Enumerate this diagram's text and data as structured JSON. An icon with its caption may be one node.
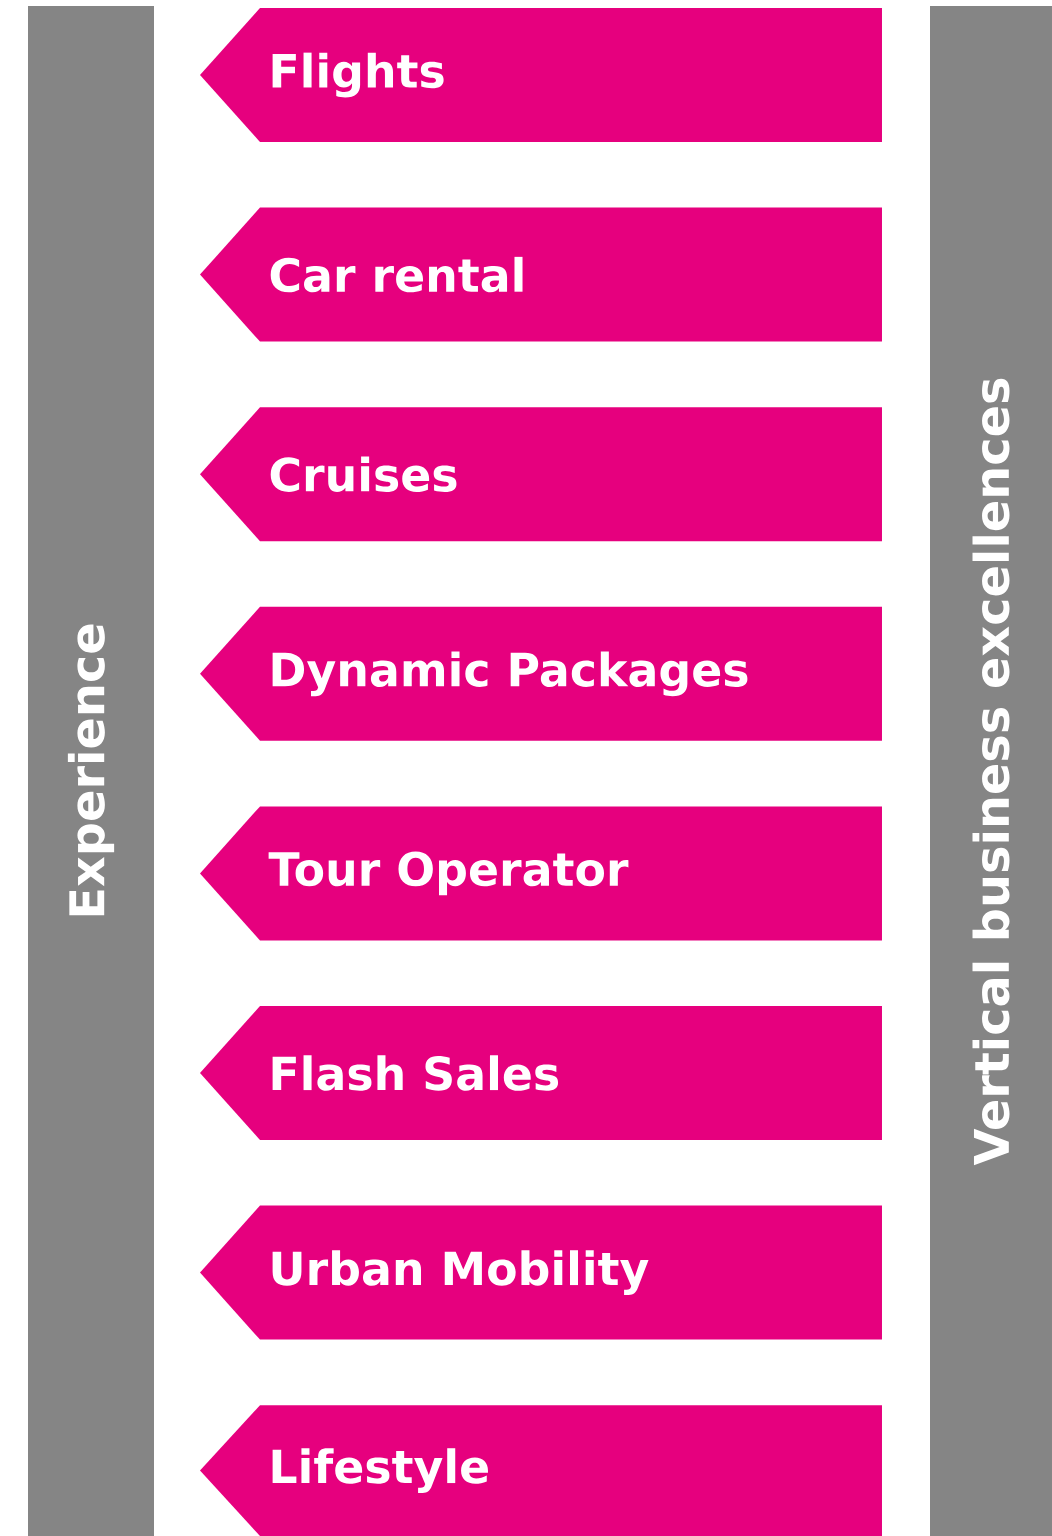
{
  "diagram": {
    "nodes": [
      {
        "text": [
          "Experience"
        ]
      },
      {
        "text": [
          "Flights"
        ]
      },
      {
        "text": [
          "Car rental"
        ]
      },
      {
        "text": [
          "Cruises"
        ]
      },
      {
        "text": [
          "Dynamic Packages"
        ]
      },
      {
        "text": [
          "Tour Operator"
        ]
      },
      {
        "text": [
          "Flash Sales"
        ]
      },
      {
        "text": [
          "Urban Mobility"
        ]
      },
      {
        "text": [
          "Lifestyle"
        ]
      },
      {
        "text": [
          "Vertical business excellences"
        ]
      }
    ]
  }
}
